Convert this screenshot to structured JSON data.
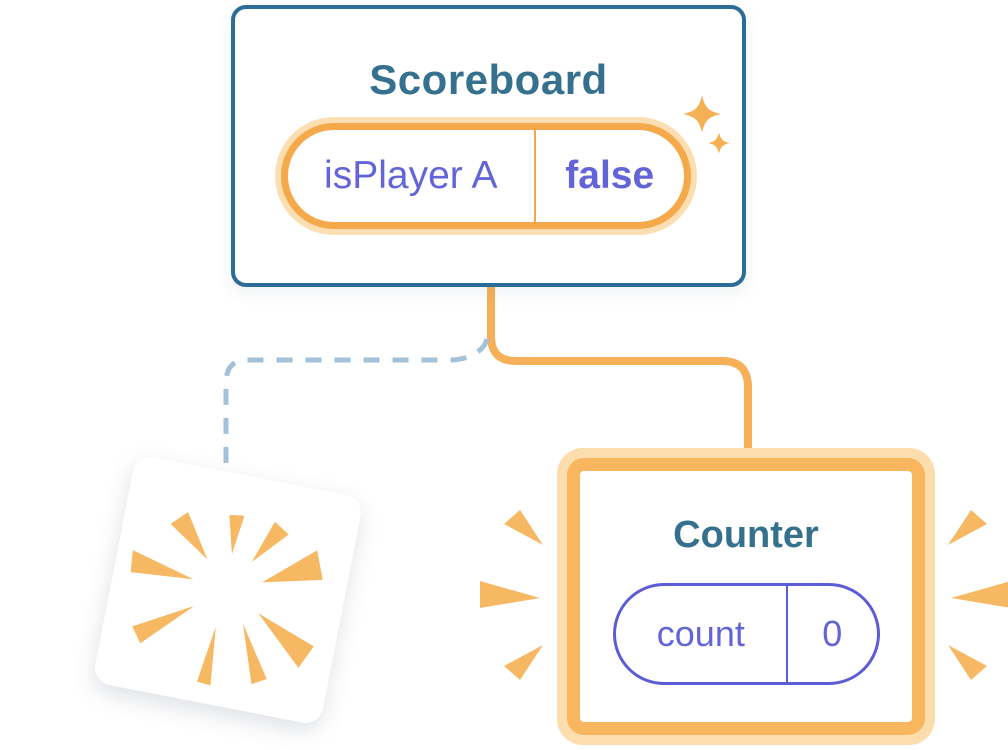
{
  "diagram_description": "React component tree state diagram: Scoreboard parent keeps state while a Counter child is added and another child is removed",
  "colors": {
    "background": "#FFFFFF",
    "card_border_blue": "#2B6C99",
    "title_blue": "#35708E",
    "state_purple": "#6464D9",
    "pill_purple_border": "#5C5CD6",
    "orange_ring": "#F5A94B",
    "orange_ring_counter": "#F8B65F",
    "orange_soft_glow": "#FBDDAE",
    "orange_connector": "#F6B057",
    "orange_ray": "#F7B863",
    "dashed_connector_blue": "#A3C1D8"
  },
  "scoreboard": {
    "title": "Scoreboard",
    "state": {
      "name": "isPlayer A",
      "value": "false"
    }
  },
  "counter": {
    "title": "Counter",
    "state": {
      "name": "count",
      "value": "0"
    }
  }
}
